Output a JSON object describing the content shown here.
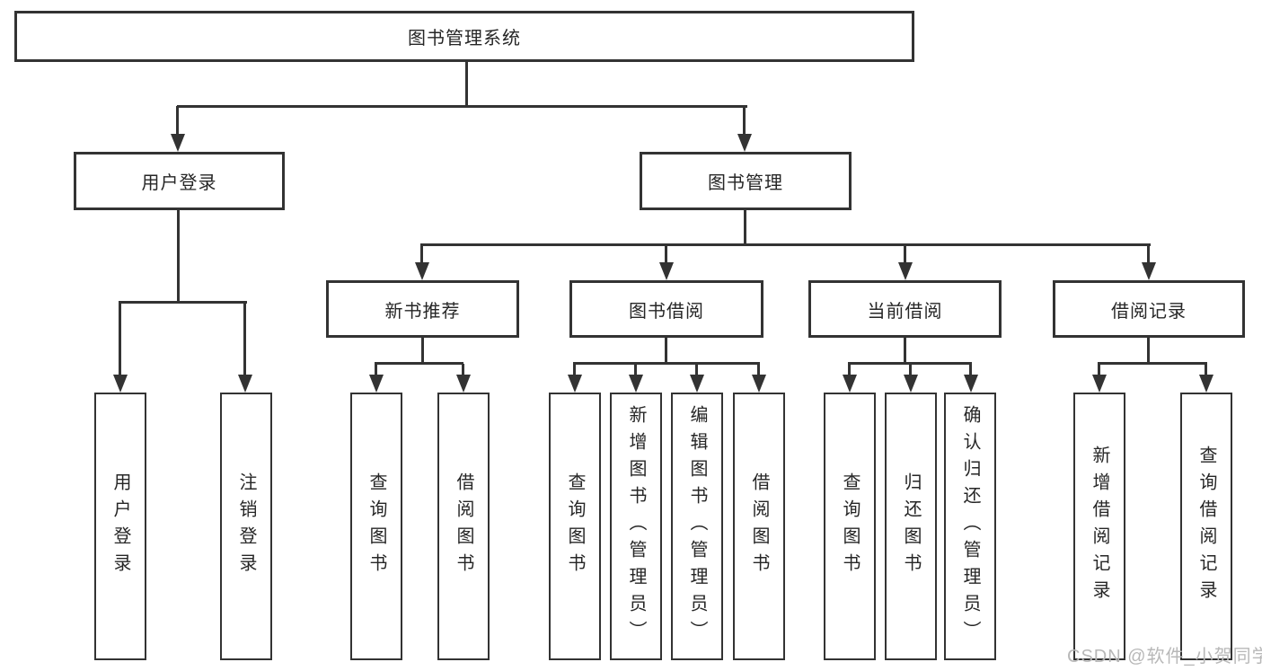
{
  "tree": {
    "label": "图书管理系统",
    "children": [
      {
        "label": "用户登录",
        "children": [
          {
            "label": "用户登录"
          },
          {
            "label": "注销登录"
          }
        ]
      },
      {
        "label": "图书管理",
        "children": [
          {
            "label": "新书推荐",
            "children": [
              {
                "label": "查询图书"
              },
              {
                "label": "借阅图书"
              }
            ]
          },
          {
            "label": "图书借阅",
            "children": [
              {
                "label": "查询图书"
              },
              {
                "label": "新增图书（管理员）"
              },
              {
                "label": "编辑图书（管理员）"
              },
              {
                "label": "借阅图书"
              }
            ]
          },
          {
            "label": "当前借阅",
            "children": [
              {
                "label": "查询图书"
              },
              {
                "label": "归还图书"
              },
              {
                "label": "确认归还（管理员）"
              }
            ]
          },
          {
            "label": "借阅记录",
            "children": [
              {
                "label": "新增借阅记录"
              },
              {
                "label": "查询借阅记录"
              }
            ]
          }
        ]
      }
    ]
  },
  "watermark": {
    "text": "CSDN @软件_小贺同学"
  },
  "colors": {
    "line": "#333333",
    "box_border": "#333333",
    "text": "#262626",
    "background": "#ffffff",
    "watermark": "#b8b8b8"
  }
}
